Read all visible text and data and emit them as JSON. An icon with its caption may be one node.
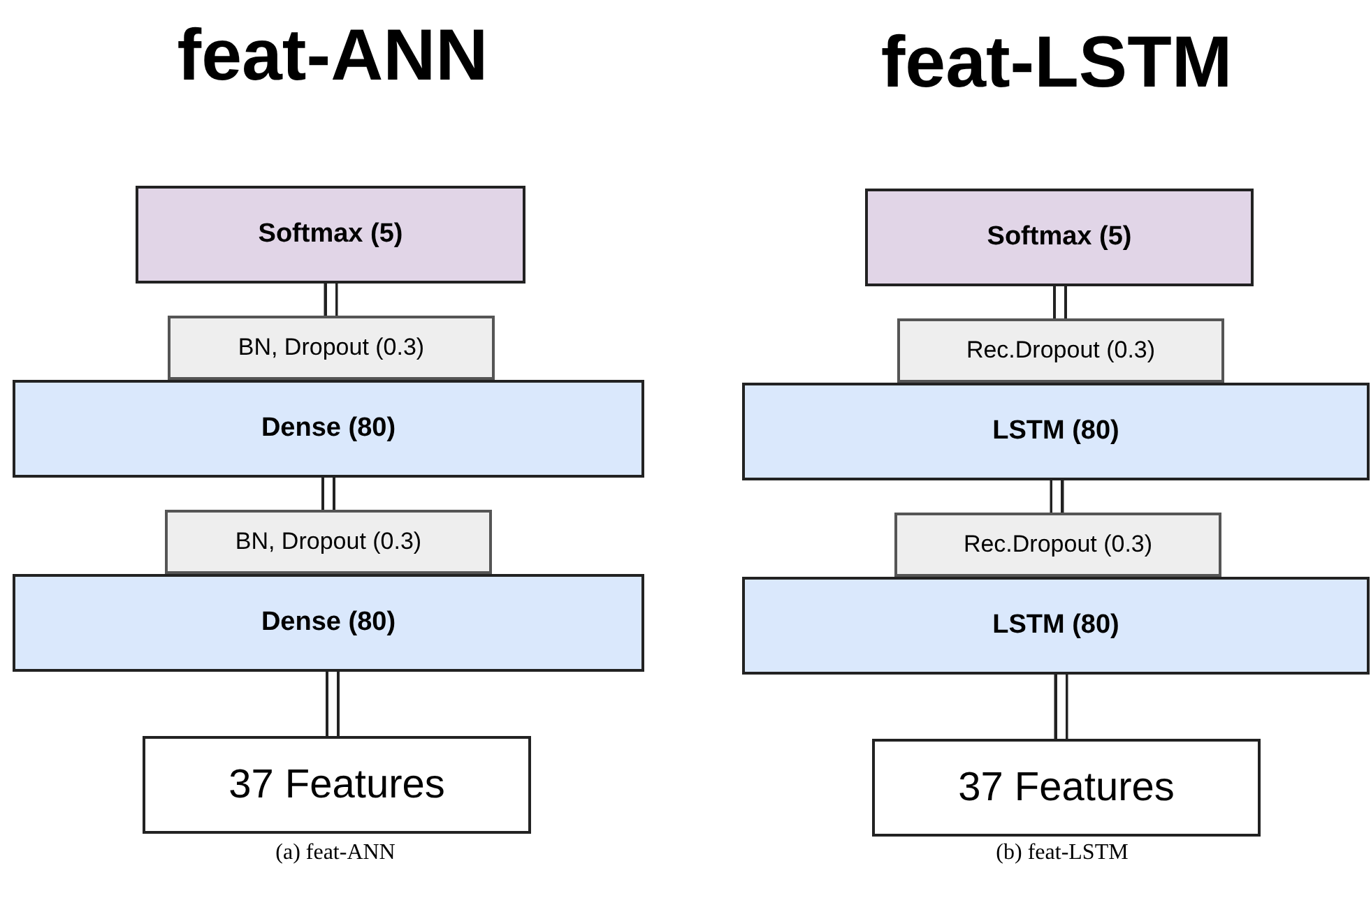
{
  "diagram": {
    "nodes": [
      {
        "text": [
          "Softmax (5)"
        ]
      },
      {
        "text": [
          "BN, Dropout (0.3)"
        ]
      },
      {
        "text": [
          "Dense (80)"
        ]
      },
      {
        "text": [
          "BN, Dropout (0.3)"
        ]
      },
      {
        "text": [
          "Dense (80)"
        ]
      },
      {
        "text": [
          "37 Features"
        ]
      },
      {
        "text": [
          "Softmax (5)"
        ]
      },
      {
        "text": [
          "Rec.Dropout (0.3)"
        ]
      },
      {
        "text": [
          "LSTM (80)"
        ]
      },
      {
        "text": [
          "Rec.Dropout (0.3)"
        ]
      },
      {
        "text": [
          "LSTM (80)"
        ]
      },
      {
        "text": [
          "37 Features"
        ]
      }
    ],
    "edges": [
      {
        "from": 1,
        "to": 0,
        "arrow": "none"
      },
      {
        "from": 3,
        "to": 2,
        "arrow": "none"
      },
      {
        "from": 5,
        "to": 4,
        "arrow": "none"
      },
      {
        "from": 7,
        "to": 6,
        "arrow": "none"
      },
      {
        "from": 9,
        "to": 8,
        "arrow": "none"
      },
      {
        "from": 11,
        "to": 10,
        "arrow": "none"
      }
    ],
    "labels": [
      "feat-ANN",
      "feat-LSTM",
      "(a) feat-ANN",
      "(b) feat-LSTM"
    ]
  }
}
